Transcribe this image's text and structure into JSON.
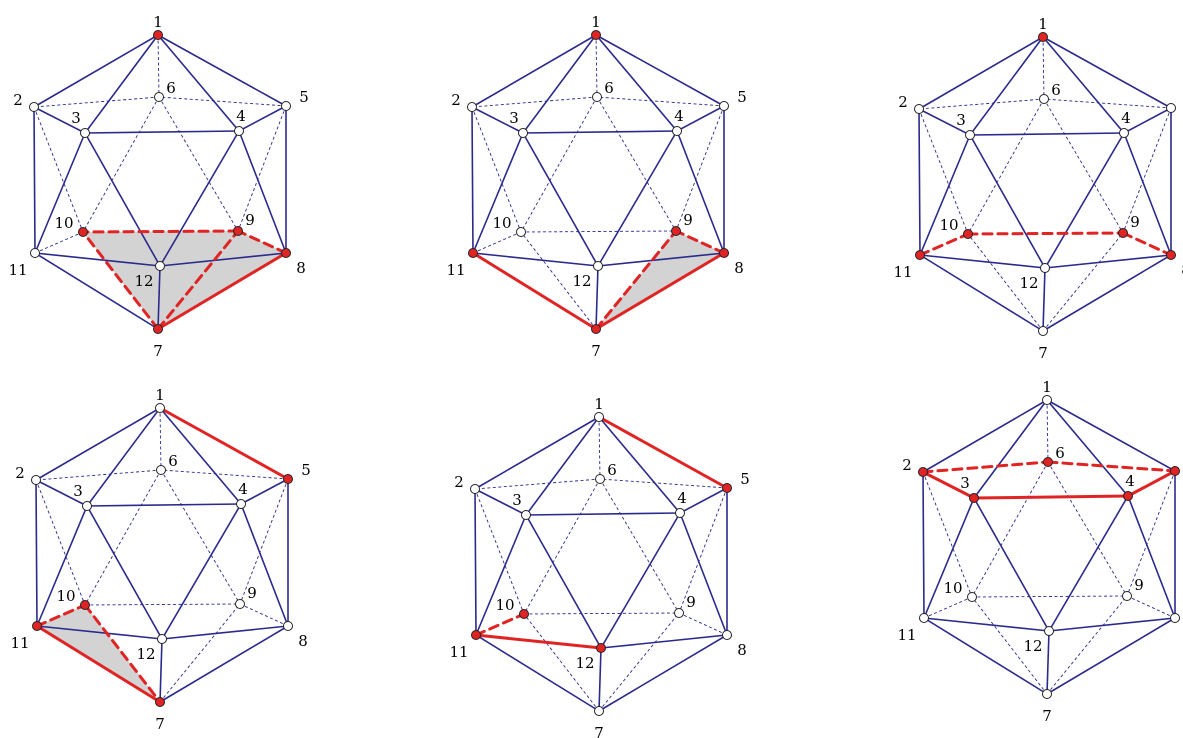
{
  "colors": {
    "edge": "#2a2a8c",
    "highlight": "#e02424",
    "face_fill": "#c8c8c8",
    "vertex_fill_default": "#ffffff",
    "vertex_fill_marked": "#e02424",
    "vertex_stroke": "#222222"
  },
  "vertex_labels": [
    "1",
    "2",
    "3",
    "4",
    "5",
    "6",
    "7",
    "8",
    "9",
    "10",
    "11",
    "12"
  ],
  "panels": [
    {
      "id": "top-left",
      "red_vertices": [
        1,
        7,
        8,
        9,
        10
      ],
      "red_edges": [
        [
          7,
          8,
          "solid"
        ],
        [
          7,
          10,
          "dashed"
        ],
        [
          8,
          9,
          "dashed"
        ],
        [
          9,
          10,
          "dashed"
        ],
        [
          7,
          9,
          "dashed"
        ]
      ],
      "shaded_faces": [
        [
          7,
          9,
          10
        ],
        [
          7,
          8,
          9
        ]
      ]
    },
    {
      "id": "top-middle",
      "red_vertices": [
        1,
        7,
        8,
        9,
        11
      ],
      "red_edges": [
        [
          7,
          8,
          "solid"
        ],
        [
          7,
          11,
          "solid"
        ],
        [
          8,
          9,
          "dashed"
        ],
        [
          7,
          9,
          "dashed"
        ]
      ],
      "shaded_faces": [
        [
          7,
          8,
          9
        ]
      ]
    },
    {
      "id": "top-right",
      "red_vertices": [
        1,
        8,
        9,
        10,
        11
      ],
      "red_edges": [
        [
          11,
          10,
          "dashed"
        ],
        [
          10,
          9,
          "dashed"
        ],
        [
          9,
          8,
          "dashed"
        ]
      ],
      "shaded_faces": []
    },
    {
      "id": "bottom-left",
      "red_vertices": [
        5,
        7,
        10,
        11
      ],
      "red_edges": [
        [
          1,
          5,
          "solid"
        ],
        [
          11,
          7,
          "solid"
        ],
        [
          11,
          10,
          "dashed"
        ],
        [
          10,
          7,
          "dashed"
        ]
      ],
      "shaded_faces": [
        [
          7,
          10,
          11
        ]
      ]
    },
    {
      "id": "bottom-middle",
      "red_vertices": [
        5,
        10,
        11,
        12
      ],
      "red_edges": [
        [
          1,
          5,
          "solid"
        ],
        [
          11,
          12,
          "solid"
        ],
        [
          11,
          10,
          "dashed"
        ]
      ],
      "shaded_faces": []
    },
    {
      "id": "bottom-right",
      "red_vertices": [
        2,
        3,
        4,
        5,
        6
      ],
      "red_edges": [
        [
          2,
          3,
          "solid"
        ],
        [
          3,
          4,
          "solid"
        ],
        [
          4,
          5,
          "solid"
        ],
        [
          2,
          6,
          "dashed"
        ],
        [
          6,
          5,
          "dashed"
        ]
      ],
      "shaded_faces": []
    }
  ]
}
